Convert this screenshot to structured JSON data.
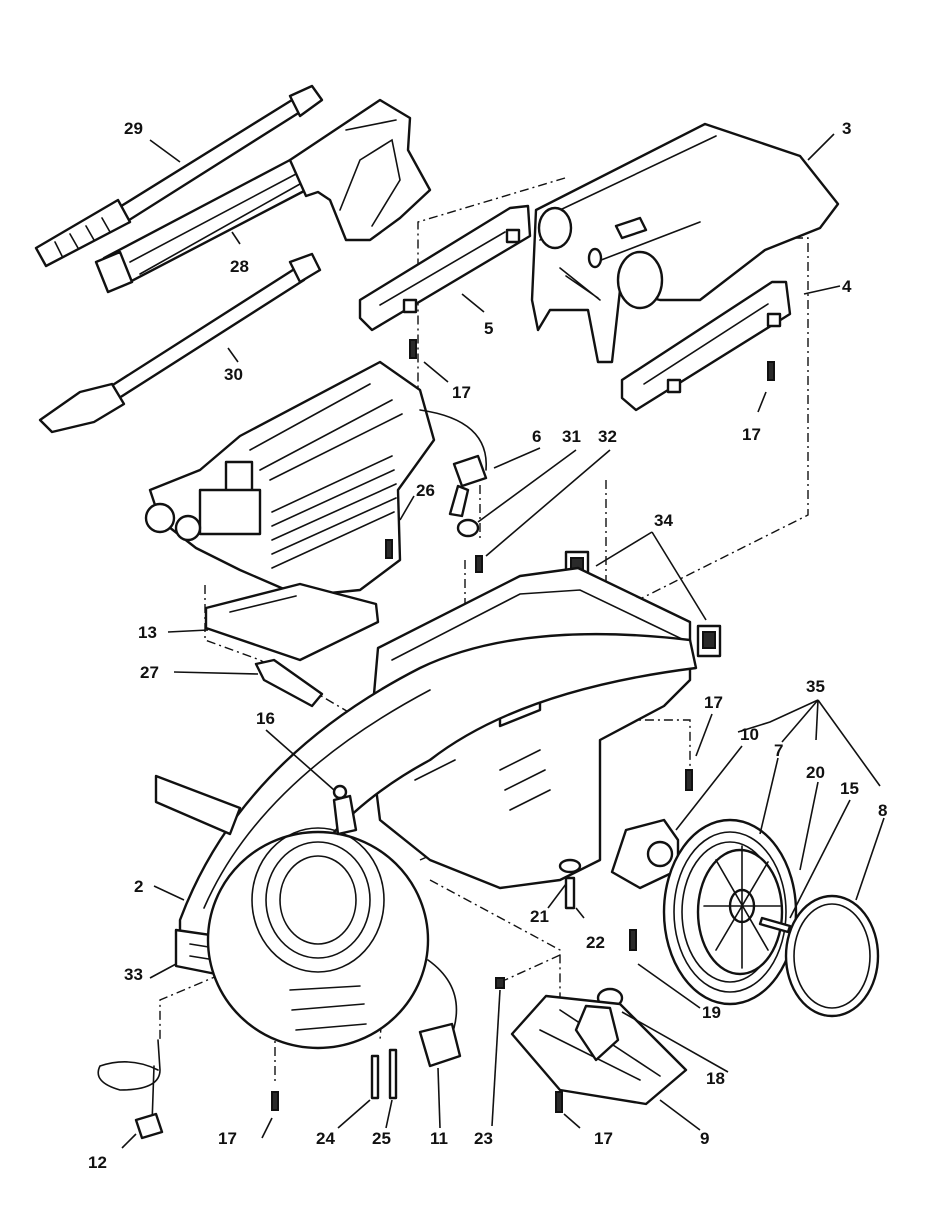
{
  "callouts": {
    "c29": "29",
    "c28": "28",
    "c30": "30",
    "c3": "3",
    "c5": "5",
    "c4": "4",
    "c17a": "17",
    "c17b": "17",
    "c6": "6",
    "c31": "31",
    "c32": "32",
    "c26": "26",
    "c34": "34",
    "c13": "13",
    "c27": "27",
    "c16": "16",
    "c35": "35",
    "c17c": "17",
    "c10": "10",
    "c7": "7",
    "c20": "20",
    "c15": "15",
    "c8": "8",
    "c2": "2",
    "c21": "21",
    "c22": "22",
    "c33": "33",
    "c19": "19",
    "c23": "23",
    "c18": "18",
    "c12": "12",
    "c17d": "17",
    "c24": "24",
    "c25": "25",
    "c11": "11",
    "c17e": "17",
    "c9": "9"
  }
}
